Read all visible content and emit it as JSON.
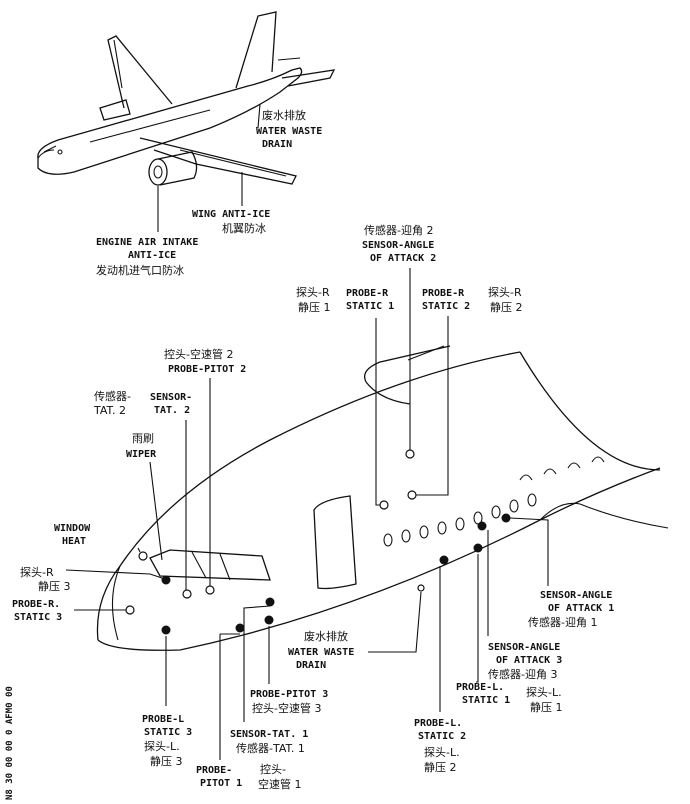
{
  "labels": {
    "water_waste_drain_top": {
      "cn": "废水排放",
      "en1": "WATER WASTE",
      "en2": "DRAIN"
    },
    "wing_anti_ice": {
      "en": "WING ANTI-ICE",
      "cn": "机翼防冰"
    },
    "engine_air_intake": {
      "en1": "ENGINE AIR INTAKE",
      "en2": "ANTI-ICE",
      "cn": "发动机进气口防冰"
    },
    "sensor_aoa_2": {
      "cn": "传感器-迎角 2",
      "en1": "SENSOR-ANGLE",
      "en2": "OF ATTACK 2"
    },
    "probe_r_static_1": {
      "cn1": "探头-R",
      "cn2": "静压 1",
      "en1": "PROBE-R",
      "en2": "STATIC 1"
    },
    "probe_r_static_2": {
      "cn1": "探头-R",
      "cn2": "静压 2",
      "en1": "PROBE-R",
      "en2": "STATIC 2"
    },
    "probe_pitot_2": {
      "cn": "控头-空速管 2",
      "en": "PROBE-PITOT 2"
    },
    "sensor_tat_2": {
      "cn1": "传感器-",
      "cn2": "TAT. 2",
      "en1": "SENSOR-",
      "en2": "TAT. 2"
    },
    "wiper": {
      "cn": "雨刷",
      "en": "WIPER"
    },
    "window_heat": {
      "en1": "WINDOW",
      "en2": "HEAT"
    },
    "probe_r_static_3": {
      "cn1": "探头-R",
      "cn2": "静压 3",
      "en1": "PROBE-R.",
      "en2": "STATIC 3"
    },
    "water_waste_drain_bottom": {
      "cn": "废水排放",
      "en1": "WATER WASTE",
      "en2": "DRAIN"
    },
    "sensor_aoa_1": {
      "en1": "SENSOR-ANGLE",
      "en2": "OF ATTACK 1",
      "cn": "传感器-迎角 1"
    },
    "sensor_aoa_3": {
      "en1": "SENSOR-ANGLE",
      "en2": "OF ATTACK 3",
      "cn": "传感器-迎角 3"
    },
    "probe_l_static_1": {
      "en1": "PROBE-L.",
      "en2": "STATIC 1",
      "cn1": "探头-L.",
      "cn2": "静压 1"
    },
    "probe_pitot_3": {
      "en": "PROBE-PITOT 3",
      "cn": "控头-空速管 3"
    },
    "sensor_tat_1": {
      "en": "SENSOR-TAT. 1",
      "cn": "传感器-TAT. 1"
    },
    "probe_l_static_2": {
      "en1": "PROBE-L.",
      "en2": "STATIC 2",
      "cn1": "探头-L.",
      "cn2": "静压 2"
    },
    "probe_l_static_3": {
      "en1": "PROBE-L",
      "en2": "STATIC 3",
      "cn1": "探头-L.",
      "cn2": "静压 3"
    },
    "probe_pitot_1": {
      "en1": "PROBE-",
      "en2": "PITOT 1",
      "cn1": "控头-",
      "cn2": "空速管 1"
    }
  },
  "side_code": "N8 30 00 00 0 AFM0 00"
}
